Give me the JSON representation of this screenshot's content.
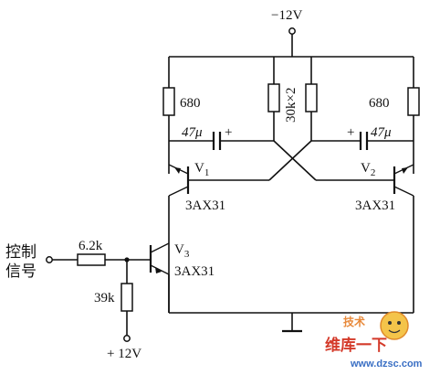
{
  "supply_top": "−12V",
  "supply_bottom": "+ 12V",
  "resistors": {
    "r_left": "680",
    "r_right": "680",
    "r_mid": "30k×2",
    "r_base": "6.2k",
    "r_bias": "39k"
  },
  "capacitors": {
    "c_left": "47μ",
    "c_right": "47μ",
    "plus": "+"
  },
  "transistors": {
    "v1": {
      "name": "V",
      "sub": "1",
      "model": "3AX31"
    },
    "v2": {
      "name": "V",
      "sub": "2",
      "model": "3AX31"
    },
    "v3": {
      "name": "V",
      "sub": "3",
      "model": "3AX31"
    }
  },
  "input_label": {
    "line1": "控制",
    "line2": "信号"
  },
  "watermark": {
    "cn": "维库一下",
    "url": "www.dzsc.com",
    "top": "技术"
  }
}
